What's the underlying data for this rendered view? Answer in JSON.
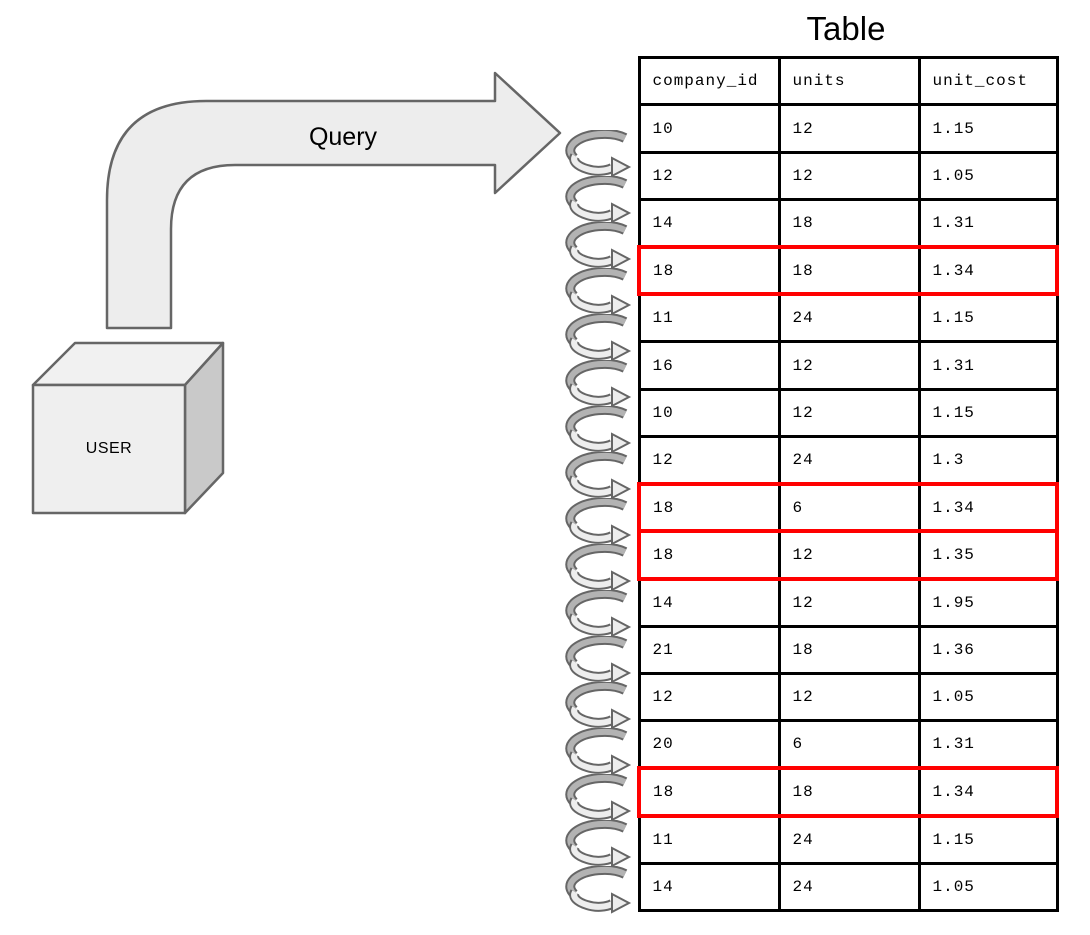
{
  "diagram": {
    "user_box_label": "USER",
    "query_arrow_label": "Query",
    "loop_arrow_count": 17
  },
  "table": {
    "title": "Table",
    "columns": [
      "company_id",
      "units",
      "unit_cost"
    ],
    "rows": [
      [
        "10",
        "12",
        "1.15"
      ],
      [
        "12",
        "12",
        "1.05"
      ],
      [
        "14",
        "18",
        "1.31"
      ],
      [
        "18",
        "18",
        "1.34"
      ],
      [
        "11",
        "24",
        "1.15"
      ],
      [
        "16",
        "12",
        "1.31"
      ],
      [
        "10",
        "12",
        "1.15"
      ],
      [
        "12",
        "24",
        "1.3"
      ],
      [
        "18",
        "6",
        "1.34"
      ],
      [
        "18",
        "12",
        "1.35"
      ],
      [
        "14",
        "12",
        "1.95"
      ],
      [
        "21",
        "18",
        "1.36"
      ],
      [
        "12",
        "12",
        "1.05"
      ],
      [
        "20",
        "6",
        "1.31"
      ],
      [
        "18",
        "18",
        "1.34"
      ],
      [
        "11",
        "24",
        "1.15"
      ],
      [
        "14",
        "24",
        "1.05"
      ]
    ],
    "highlighted_row_indices": [
      3,
      8,
      9,
      14
    ]
  },
  "colors": {
    "highlight": "#ff0000",
    "table_border": "#000000",
    "shape_fill": "#ededed",
    "shape_stroke": "#666666",
    "loop_dark": "#b3b3b3",
    "cube_top": "#f1f1f1",
    "cube_side": "#c9c9c9",
    "cube_front": "#efefef",
    "text": "#000000"
  }
}
